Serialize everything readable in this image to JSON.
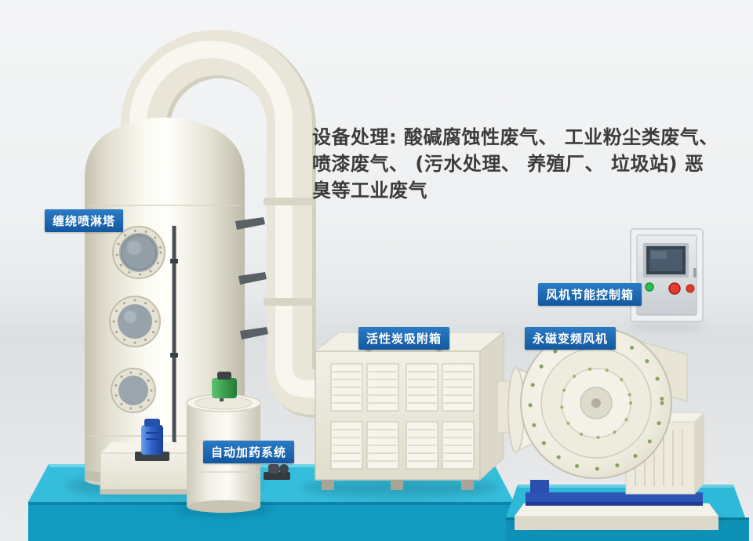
{
  "description": {
    "text": "设备处理: 酸碱腐蚀性废气、 工业粉尘类废气、\n喷漆废气、 (污水处理、 养殖厂、 垃圾站) 恶\n臭等工业废气"
  },
  "labels": {
    "spray_tower": "缠绕喷淋塔",
    "control_box": "风机节能控制箱",
    "carbon_box": "活性炭吸附箱",
    "fan": "永磁变频风机",
    "dosing_system": "自动加药系统"
  },
  "colors": {
    "label_bg_top": "#2a7bc6",
    "label_bg_bottom": "#14589e",
    "platform_top": "#35bedb",
    "platform_front": "#119bc1",
    "equipment_body": "#efede2",
    "description_text": "#3b3b3b",
    "pump_blue": "#2e5fc4",
    "pump_green": "#3aa04c",
    "fan_bolts_green": "#86a45c",
    "fan_skid_blue": "#2a4fae"
  }
}
